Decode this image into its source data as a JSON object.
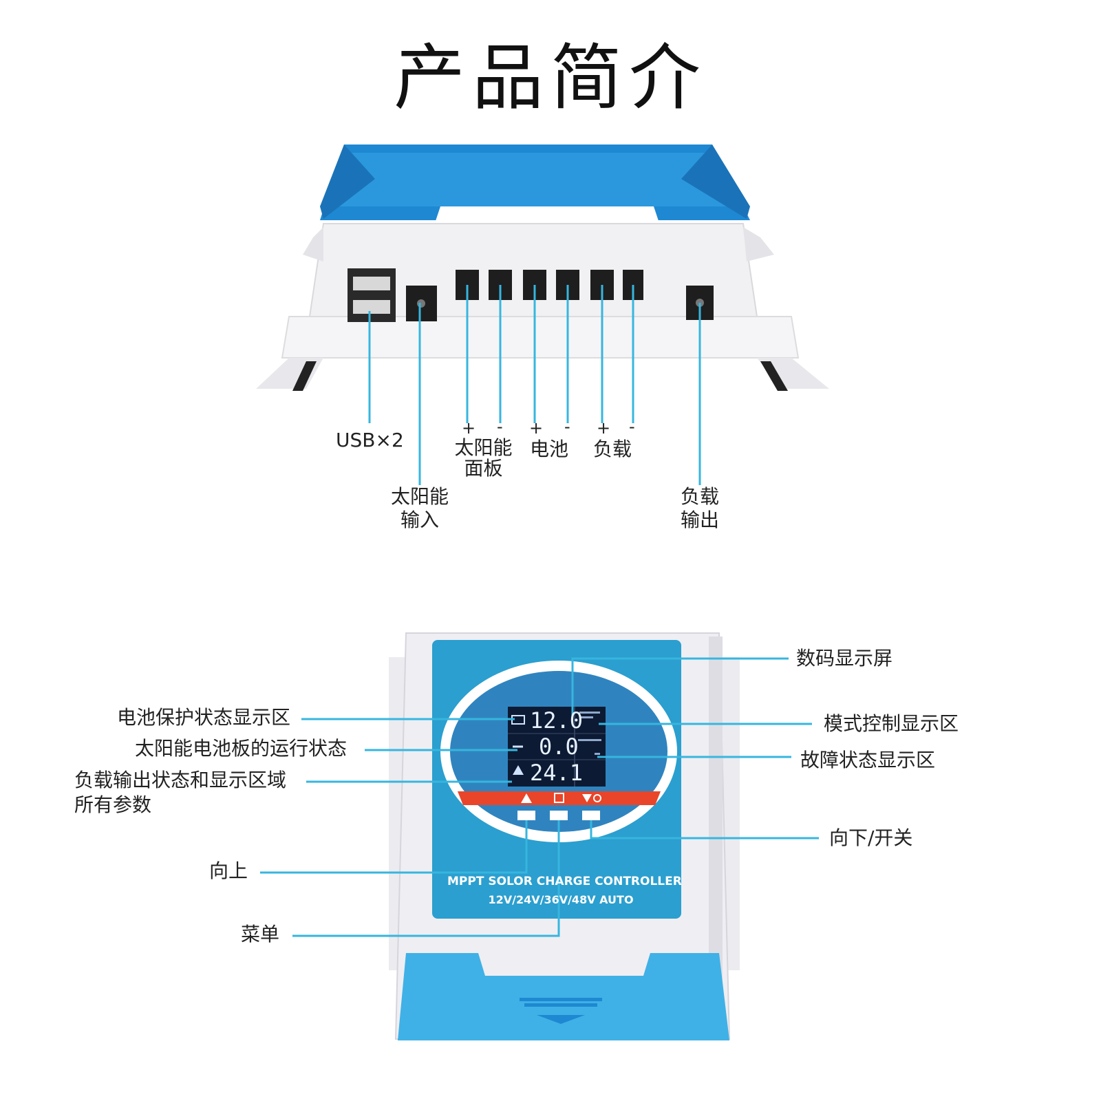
{
  "title": "产品简介",
  "top_view": {
    "ports": [
      {
        "label": "USB×2"
      },
      {
        "label_lines": [
          "太阳能",
          "输入"
        ]
      },
      {
        "signs": [
          "+",
          "-"
        ],
        "label_lines": [
          "太阳能",
          "面板"
        ]
      },
      {
        "signs": [
          "+",
          "-"
        ],
        "label": "电池"
      },
      {
        "signs": [
          "+",
          "-"
        ],
        "label": "负载"
      },
      {
        "label_lines": [
          "负载",
          "输出"
        ]
      }
    ]
  },
  "front_view": {
    "callouts_left": {
      "battery_protect": "电池保护状态显示区",
      "solar_status": "太阳能电池板的运行状态",
      "load_output_1": "负载输出状态和显示区域",
      "load_output_2": "所有参数",
      "up": "向上",
      "menu": "菜单"
    },
    "callouts_right": {
      "digital_display": "数码显示屏",
      "mode_control": "模式控制显示区",
      "fault_status": "故障状态显示区",
      "down_switch": "向下/开关"
    },
    "lcd": {
      "row1": "12.0",
      "row2": "0.0",
      "row3": "24.1"
    },
    "panel_text": {
      "line1": "MPPT SOLOR CHARGE CONTROLLER",
      "line2": "12V/24V/36V/48V AUTO"
    }
  },
  "colors": {
    "accent_blue": "#1e88d2",
    "light_blue": "#3fb1e6",
    "callout_line": "#36b6df",
    "lcd_bg": "#0d1a33",
    "button_strip": "#e8452a"
  }
}
